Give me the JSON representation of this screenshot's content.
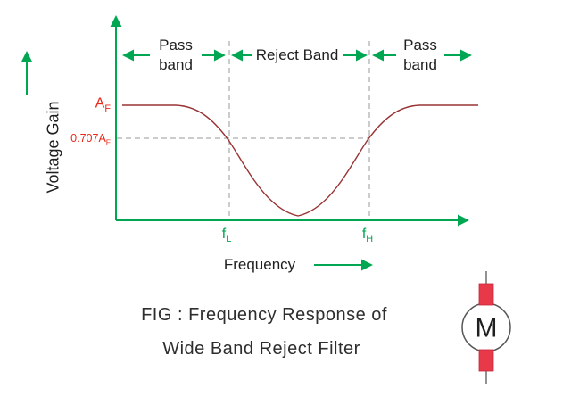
{
  "colors": {
    "axis_green": "#00a651",
    "curve_red": "#993333",
    "label_red": "#e8291c",
    "dash_gray": "#9a9a9a",
    "text_dark": "#1f1f1f",
    "motor_red": "#e8394a"
  },
  "bands": {
    "pass_left": "Pass\nband",
    "reject": "Reject Band",
    "pass_right": "Pass\nband"
  },
  "axes": {
    "y_label": "Voltage Gain",
    "x_label": "Frequency"
  },
  "gain_labels": {
    "af_base": "A",
    "af_sub": "F",
    "a707_base": "0.707A",
    "a707_sub": "F"
  },
  "freq_labels": {
    "fl_base": "f",
    "fl_sub": "L",
    "fh_base": "f",
    "fh_sub": "H"
  },
  "caption": {
    "line1": "FIG : Frequency Response of",
    "line2": "Wide Band Reject Filter"
  },
  "motor": {
    "label": "M"
  }
}
